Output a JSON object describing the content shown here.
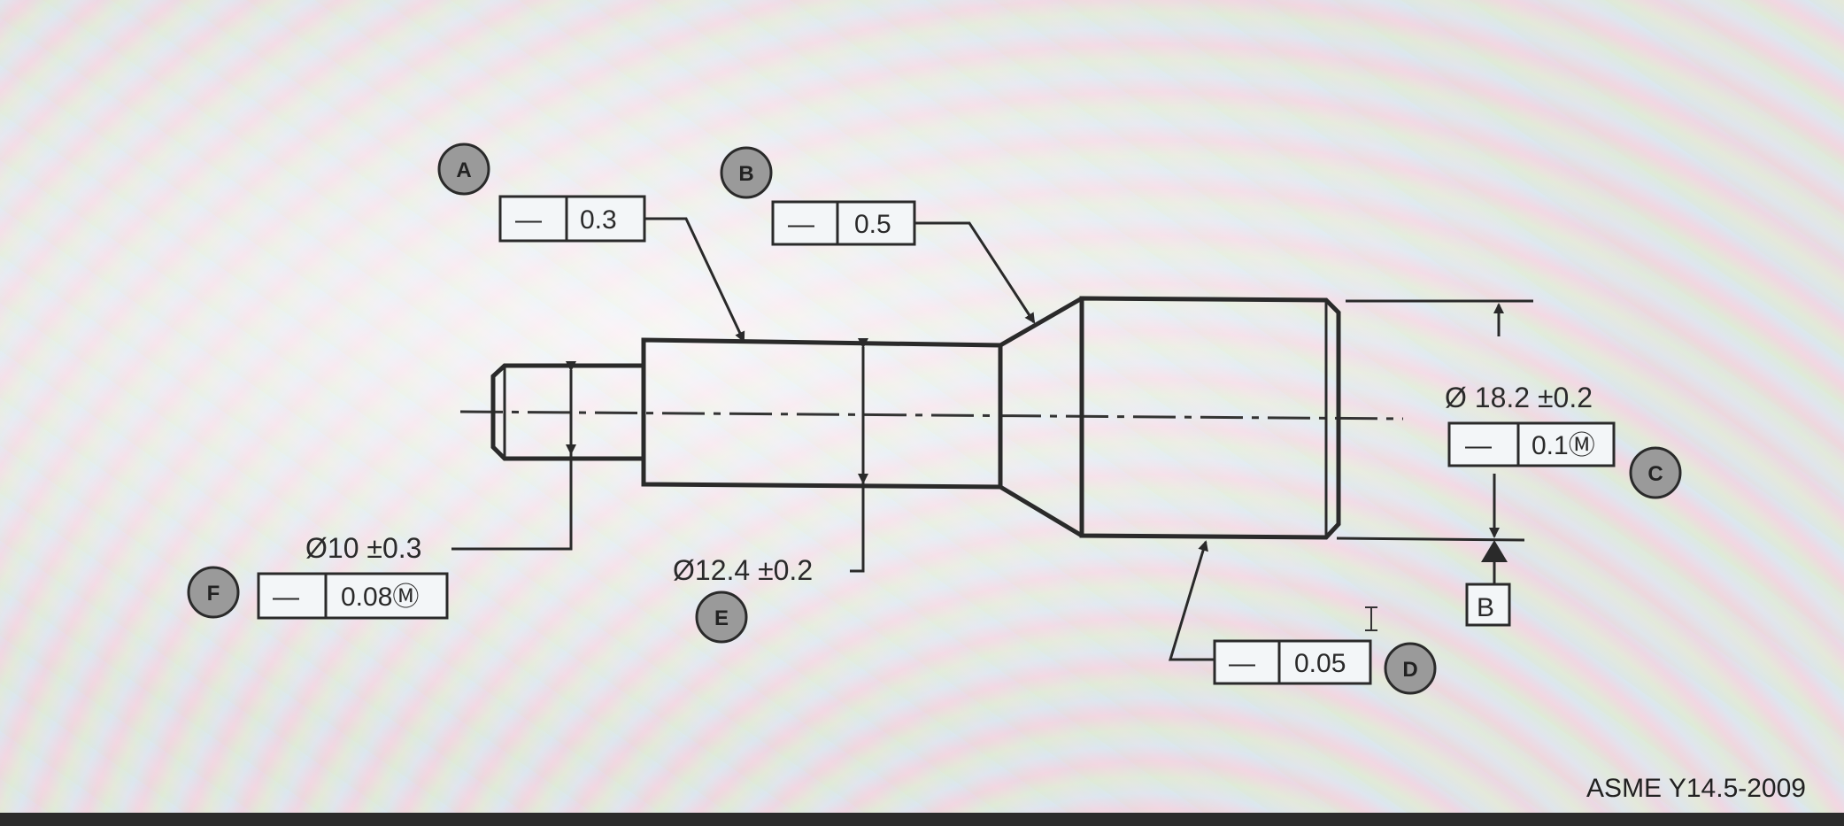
{
  "frames": [
    {
      "id": "A",
      "symbol": "—",
      "value": "0.3"
    },
    {
      "id": "B",
      "symbol": "—",
      "value": "0.5"
    },
    {
      "id": "C",
      "symbol": "—",
      "value": "0.1Ⓜ"
    },
    {
      "id": "D",
      "symbol": "—",
      "value": "0.05"
    },
    {
      "id": "F",
      "symbol": "—",
      "value": "0.08Ⓜ"
    }
  ],
  "balloons": [
    "A",
    "B",
    "C",
    "D",
    "E",
    "F"
  ],
  "dimensions": {
    "d_small": "Ø10 ±0.3",
    "d_mid": "Ø12.4 ±0.2",
    "d_large": "Ø 18.2 ±0.2"
  },
  "datum": "B",
  "standard": "ASME Y14.5-2009"
}
